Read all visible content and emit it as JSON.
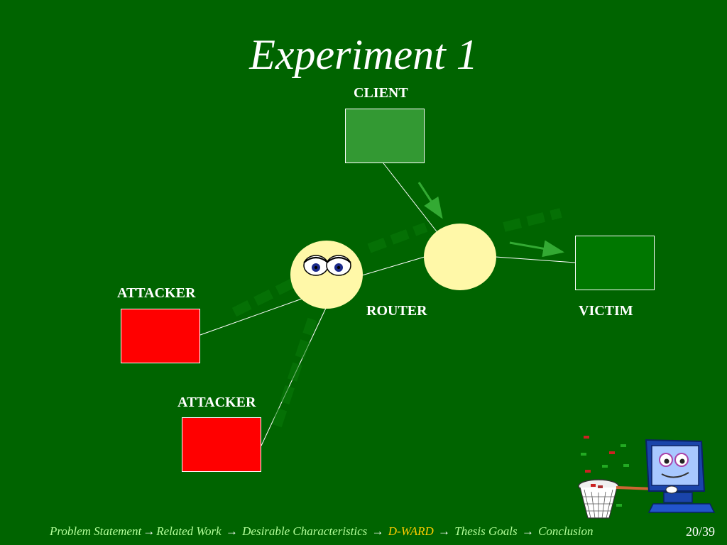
{
  "slide": {
    "title": "Experiment 1",
    "page_number": "20/39"
  },
  "nodes": {
    "client": {
      "label": "CLIENT",
      "color": "#339933"
    },
    "victim": {
      "label": "VICTIM",
      "color": "#007700"
    },
    "router": {
      "label": "ROUTER",
      "color": "#fff8a8"
    },
    "attacker_1": {
      "label": "ATTACKER",
      "color": "#ff0000"
    },
    "attacker_2": {
      "label": "ATTACKER",
      "color": "#ff0000"
    }
  },
  "footer": {
    "items": [
      {
        "label": "Problem Statement"
      },
      {
        "label": "Related Work"
      },
      {
        "label": "Desirable Characteristics"
      },
      {
        "label": "D-WARD",
        "current": true
      },
      {
        "label": "Thesis Goals"
      },
      {
        "label": "Conclusion"
      }
    ],
    "separator": "→",
    "colors": {
      "link": "#b3ff9a",
      "current": "#ffcc00"
    }
  },
  "decor": {
    "background": "#006400",
    "clipart": "computer-with-net-icon"
  }
}
